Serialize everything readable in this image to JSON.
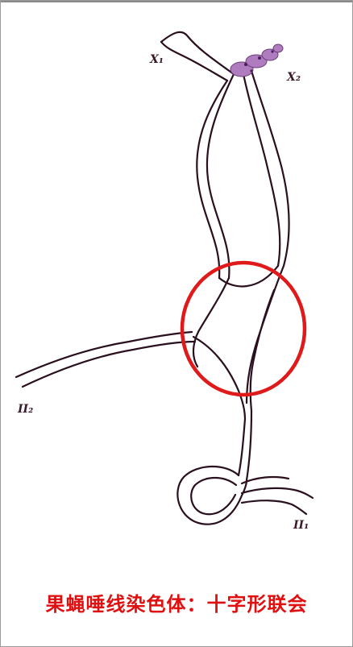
{
  "figure": {
    "labels": {
      "x_left": "X₁",
      "x_right": "X₂",
      "ii_left": "II₂",
      "ii_right": "II₁"
    },
    "colors": {
      "strand": "#2a0f1f",
      "heterochromatin": "#b07cc0",
      "highlight_circle": "#e01a1a"
    }
  },
  "caption": "果蝇唾线染色体：十字形联会"
}
